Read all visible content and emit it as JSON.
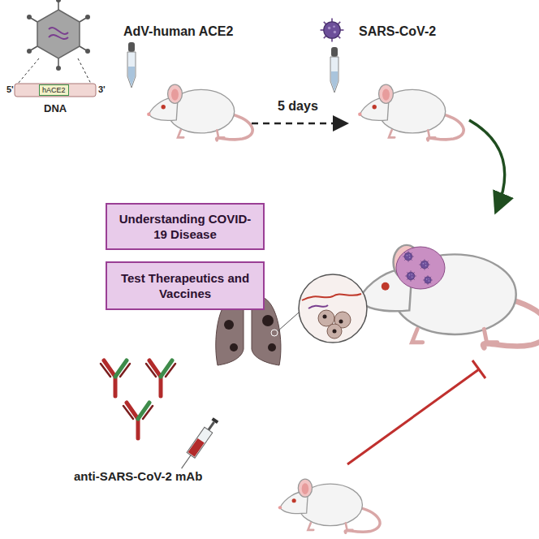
{
  "diagram": {
    "nodes": [
      {
        "text": [
          "hACE2"
        ]
      },
      {
        "text": [
          "Understanding COVID-19 Disease"
        ]
      },
      {
        "text": [
          "Test Therapeutics and Vaccines"
        ]
      }
    ],
    "labels": [
      "AdV-human ACE2",
      "SARS-CoV-2",
      "5 days",
      "DNA",
      "5'",
      "3'",
      "anti-SARS-CoV-2 mAb"
    ]
  }
}
